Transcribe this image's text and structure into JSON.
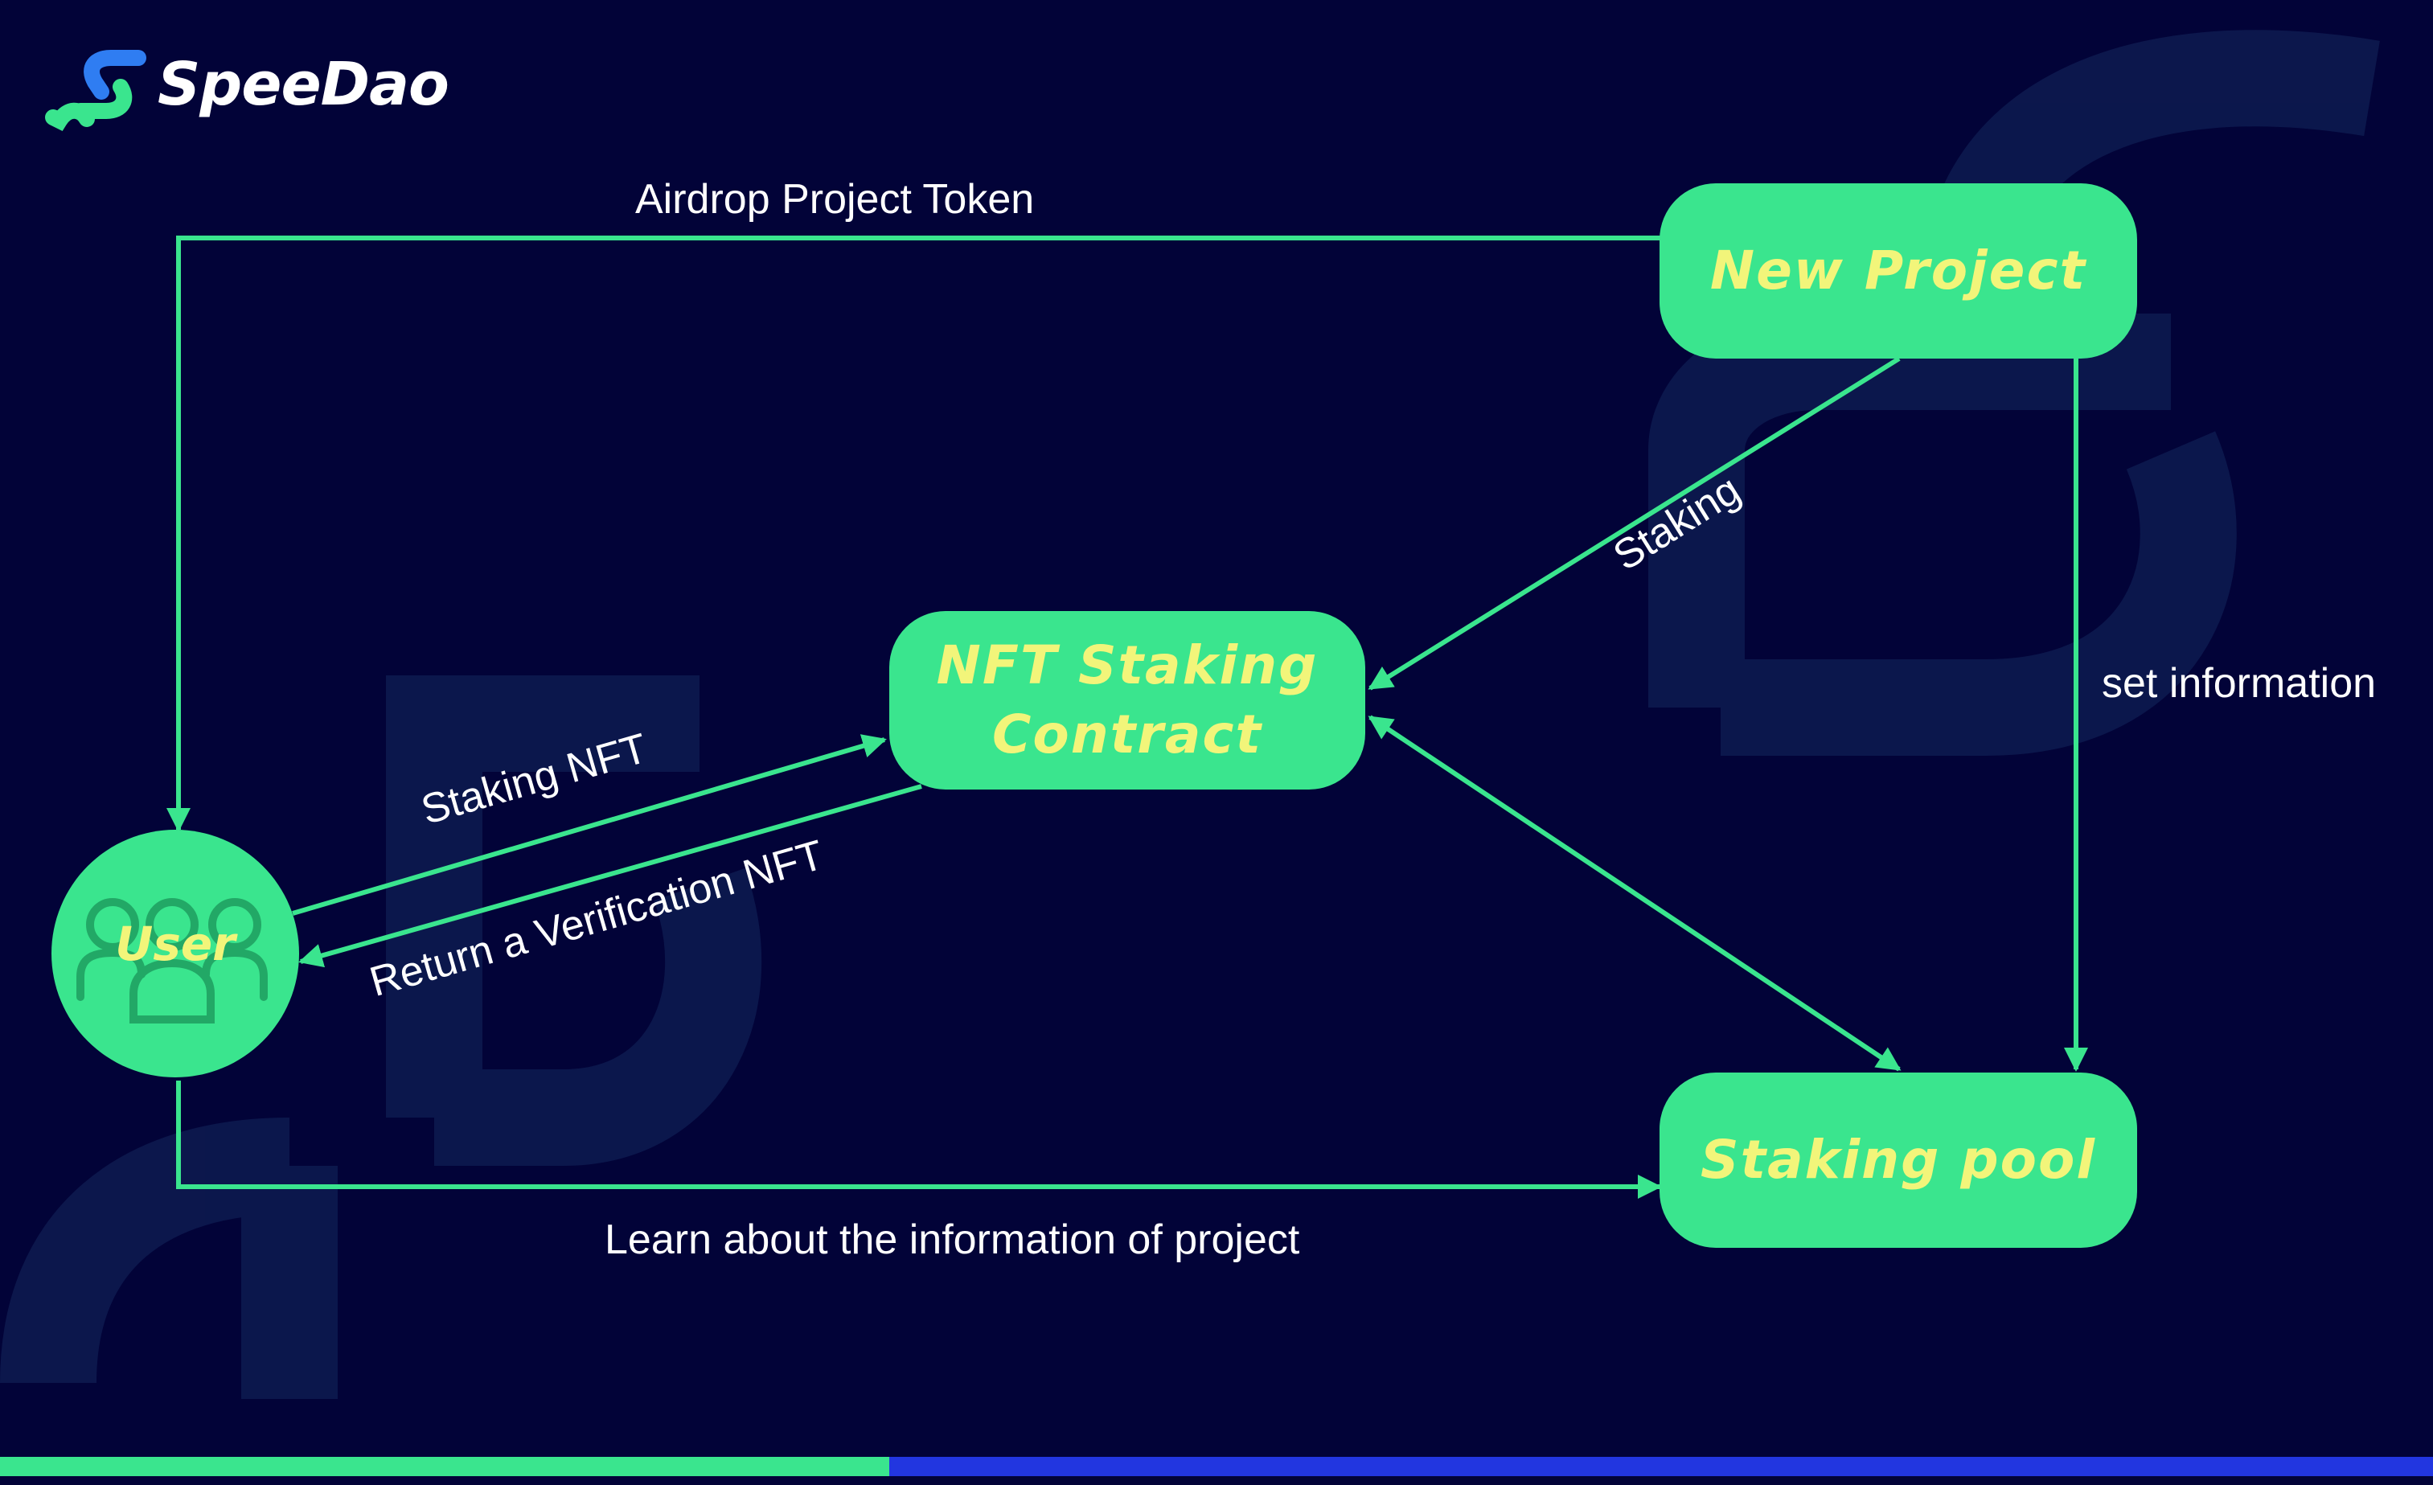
{
  "brand": {
    "name": "SpeeDao"
  },
  "nodes": {
    "new_project": {
      "label": "New Project"
    },
    "nft_staking_contract": {
      "label_line1": "NFT Staking",
      "label_line2": "Contract"
    },
    "staking_pool": {
      "label": "Staking pool"
    },
    "user": {
      "label": "User",
      "icon": "users-group-icon"
    }
  },
  "edges": {
    "airdrop": "Airdrop Project Token",
    "staking": "Staking",
    "set_information": "set information",
    "staking_nft": "Staking NFT",
    "return_verification": "Return a Verification NFT",
    "learn_info": "Learn about the information of project"
  },
  "colors": {
    "background": "#020338",
    "node_fill": "#3ae58e",
    "node_text": "#f2f57a",
    "edge": "#3ae58e",
    "edge_text": "#ffffff",
    "bar_green": "#3ae58e",
    "bar_blue": "#2236e0",
    "watermark": "#0d1a4f"
  }
}
